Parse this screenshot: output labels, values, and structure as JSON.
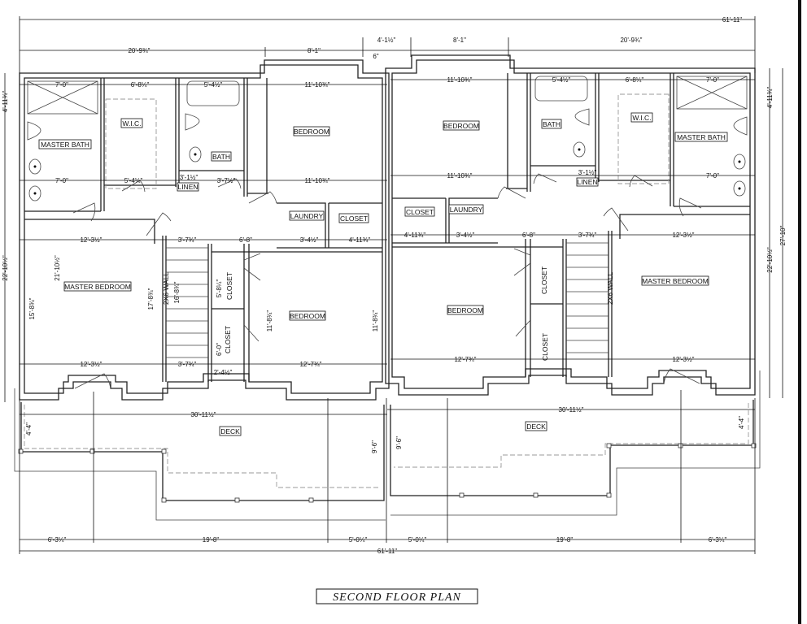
{
  "title": "SECOND FLOOR PLAN",
  "rooms": {
    "left": {
      "master_bath": "MASTER BATH",
      "wic": "W.I.C.",
      "bath": "BATH",
      "bedroom_top": "BEDROOM",
      "linen": "LINEN",
      "laundry": "LAUNDRY",
      "closet_top": "CLOSET",
      "master_bedroom": "MASTER BEDROOM",
      "wall_note": "2X6 WALL",
      "closet_1": "CLOSET",
      "closet_2": "CLOSET",
      "bedroom_bottom": "BEDROOM",
      "deck": "DECK"
    },
    "right": {
      "bedroom_top": "BEDROOM",
      "bath": "BATH",
      "wic": "W.I.C.",
      "master_bath": "MASTER BATH",
      "linen": "LINEN",
      "closet_top": "CLOSET",
      "laundry": "LAUNDRY",
      "master_bedroom": "MASTER BEDROOM",
      "wall_note": "2X6 WALL",
      "closet_1": "CLOSET",
      "closet_2": "CLOSET",
      "bedroom_bottom": "BEDROOM",
      "deck": "DECK"
    }
  },
  "dimensions": {
    "overall_top": "61'-11\"",
    "overall_bottom": "61'-11\"",
    "top_left_a": "20'-9¾\"",
    "top_left_b": "8'-1\"",
    "top_mid": "4'-1½\"",
    "top_offset": "6\"",
    "top_right_b": "8'-1\"",
    "top_right_a": "20'-9¾\"",
    "right_side_a": "4'-11¾\"",
    "right_side_b": "22'-10½\"",
    "right_side_total": "27'-10\"",
    "left_side_a": "4'-11¾\"",
    "left_side_b": "22'-10½\"",
    "l_mbath_top": "7'-0\"",
    "l_mbath_mid": "7'-0\"",
    "l_wic": "6'-8¼\"",
    "l_bath": "5'-4½\"",
    "l_bed_top": "11'-10¾\"",
    "l_bed_mid": "11'-10¾\"",
    "l_mbed_w": "12'-3½\"",
    "l_mbed_w2": "12'-3½\"",
    "l_hall_a": "3'-7¾\"",
    "l_hall_b": "6'-8\"",
    "l_laundry": "3'-4½\"",
    "l_closet": "4'-11¾\"",
    "l_linen": "3'-1½\"",
    "l_bath_door": "3'-7½\"",
    "l_wic_door": "5'-4¼\"",
    "l_mbed_h": "21'-10½\"",
    "l_mbed_h2": "17'-8¾\"",
    "l_mbed_h3": "15'-8¾\"",
    "l_stair": "16'-8¾\"",
    "l_closet1": "5'-8¼\"",
    "l_closet2": "6'-0\"",
    "l_bed2_w": "12'-7¾\"",
    "l_bed2_h": "11'-8¾\"",
    "l_bed2_h2": "11'-8¾\"",
    "l_stair_w": "3'-7¾\"",
    "l_small": "2'-4½\"",
    "l_deck_w": "30'-11½\"",
    "l_deck_h": "4'-4\"",
    "l_deck_h2": "9'-6\"",
    "l_bot_a": "6'-3¼\"",
    "l_bot_b": "19'-8\"",
    "l_bot_c": "5'-0¼\"",
    "r_bot_c": "5'-0¼\"",
    "r_bot_b": "19'-8\"",
    "r_bot_a": "6'-3¼\"",
    "r_mbath_top": "7'-0\"",
    "r_mbath_mid": "7'-0\"",
    "r_wic": "6'-8¼\"",
    "r_bath": "5'-4½\"",
    "r_bed_top": "11'-10¾\"",
    "r_bed_mid": "11'-10¾\"",
    "r_mbed_w": "12'-3½\"",
    "r_mbed_w2": "12'-3½\"",
    "r_hall_a": "3'-7¾\"",
    "r_hall_b": "6'-8\"",
    "r_laundry": "3'-4½\"",
    "r_closet": "4'-11¾\"",
    "r_linen": "3'-1½\"",
    "r_bed2_w": "12'-7¾\"",
    "r_deck_w": "30'-11½\"",
    "r_deck_h": "4'-4\"",
    "r_deck_h2": "9'-6\""
  }
}
